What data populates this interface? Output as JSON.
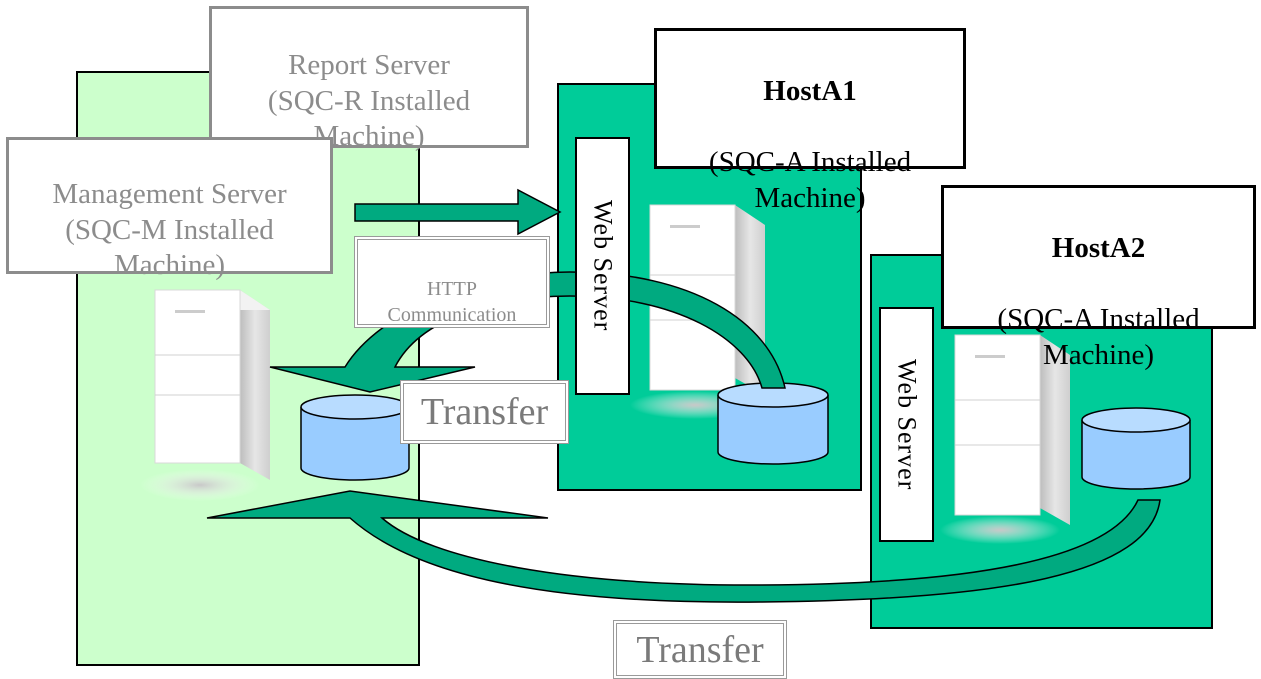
{
  "report_server": {
    "text": "Report Server\n(SQC-R Installed\nMachine)"
  },
  "management_server": {
    "text": "Management Server\n(SQC-M Installed\nMachine)"
  },
  "host_a1": {
    "title": "HostA1",
    "text": "(SQC-A Installed\nMachine)"
  },
  "host_a2": {
    "title": "HostA2",
    "text": "(SQC-A Installed\nMachine)"
  },
  "web_server_1": {
    "label": "Web Server"
  },
  "web_server_2": {
    "label": "Web Server"
  },
  "http_communication": {
    "label": "HTTP\nCommunication"
  },
  "transfer_1": {
    "label": "Transfer"
  },
  "transfer_2": {
    "label": "Transfer"
  },
  "colors": {
    "management_panel": "#ccffcc",
    "host_panel": "#00cc99",
    "arrow": "#00aa80",
    "database": "#99ccff",
    "gray_label": "#8c8c8c"
  }
}
